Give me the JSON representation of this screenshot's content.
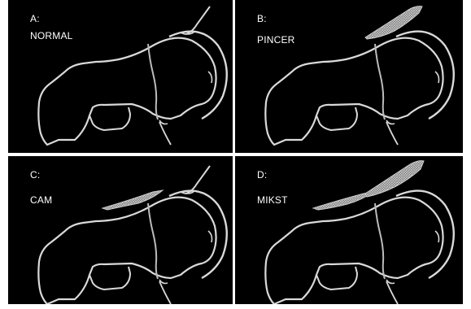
{
  "panels": [
    {
      "letter": "A:",
      "label": "NORMAL",
      "variant": "normal"
    },
    {
      "letter": "B:",
      "label": "PINCER",
      "variant": "pincer"
    },
    {
      "letter": "C:",
      "label": "CAM",
      "variant": "cam"
    },
    {
      "letter": "D:",
      "label": "MIKST",
      "variant": "mixed"
    }
  ],
  "colors": {
    "background": "#000000",
    "outline": "#d9d9d9",
    "hatch": "#bfbfbf",
    "divider": "#ffffff"
  }
}
